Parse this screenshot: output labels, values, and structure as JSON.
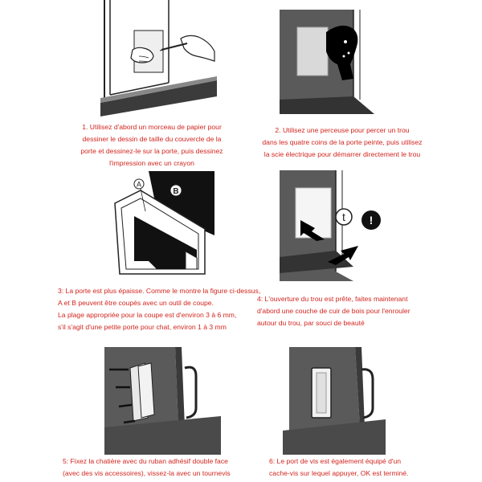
{
  "steps": [
    {
      "lines": [
        "1. Utilisez d'abord un morceau de papier pour",
        "dessiner le dessin de taille du couvercle de la",
        "porte et dessinez-le sur la porte, puis dessinez",
        "l'impression avec un crayon"
      ]
    },
    {
      "lines": [
        "2. Utilisez une perceuse pour percer un trou",
        "dans les quatre coins de la porte peinte, puis utilisez",
        "la scie électrique pour démarrer directement le trou"
      ]
    },
    {
      "lines": [
        "3: La porte est plus épaisse. Comme le montre la figure ci-dessus,",
        "A et B peuvent être coupés avec un outil de coupe.",
        "La plage appropriée pour la coupe est d'environ 3 à 6 mm,",
        "s'il s'agit d'une petite porte pour chat, environ 1 à 3 mm"
      ],
      "label_a": "A",
      "label_b": "B"
    },
    {
      "lines": [
        "4: L'ouverture du trou est prête, faites maintenant",
        "d'abord une couche de cuir de bois pour l'enrouler",
        "autour du trou, par souci de beauté"
      ],
      "icon_t": "t",
      "icon_warning": "!"
    },
    {
      "lines": [
        "5: Fixez la chatière avec du ruban adhésif double face",
        "(avec des vis accessoires), vissez-la avec un tournevis"
      ]
    },
    {
      "lines": [
        "6: Le port de vis est également équipé d'un",
        "cache-vis sur lequel appuyer, OK est terminé."
      ]
    }
  ],
  "colors": {
    "caption": "#d1261f",
    "wall": "#595959",
    "line": "#222222"
  }
}
